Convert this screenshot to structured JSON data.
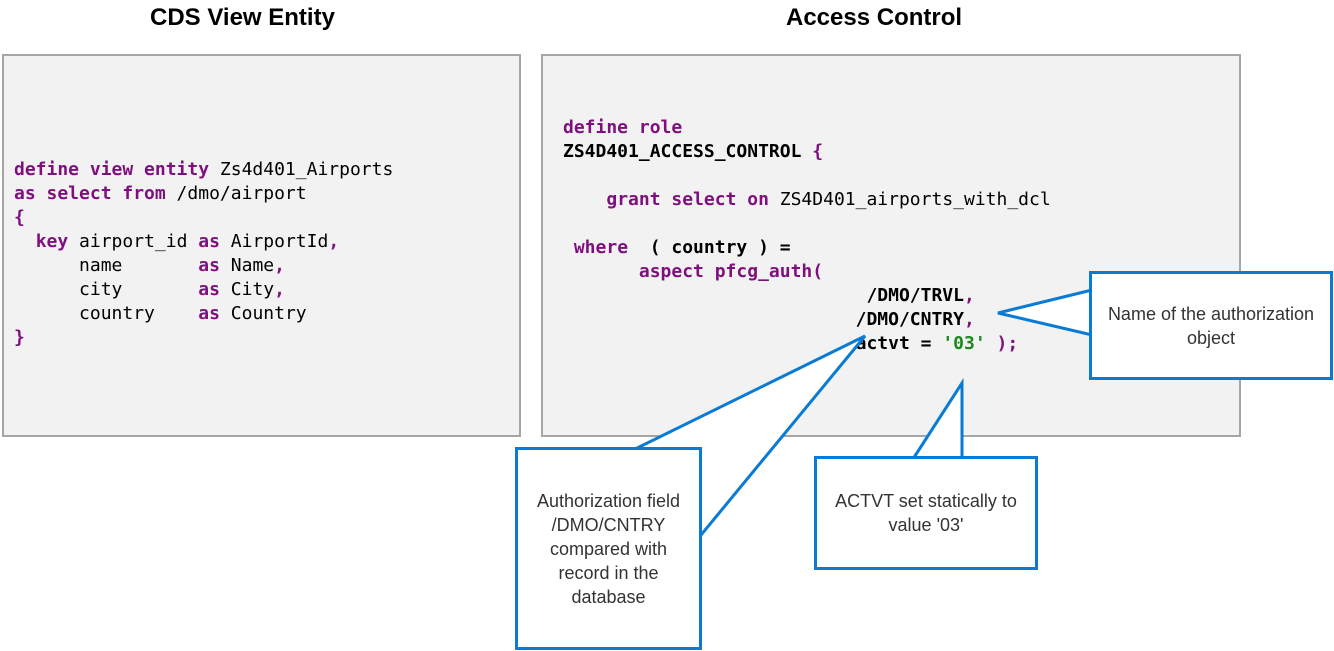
{
  "headings": {
    "left": "CDS View Entity",
    "right": "Access Control"
  },
  "callouts": {
    "name": "Name of the authorization object",
    "field": "Authorization field /DMO/CNTRY compared with record in the database",
    "actvt": "ACTVT set statically to value '03'"
  },
  "code_left": {
    "line1": {
      "kw": "define view entity",
      "rest": " Zs4d401_Airports"
    },
    "line2": {
      "kw": "as select from",
      "rest": " /dmo/airport"
    },
    "line3": "{",
    "line4": {
      "kw": "key",
      "a": " airport_id ",
      "as": "as",
      "b": " AirportId",
      "c": ","
    },
    "line5": {
      "a": "name       ",
      "as": "as",
      "b": " Name",
      "c": ","
    },
    "line6": {
      "a": "city       ",
      "as": "as",
      "b": " City",
      "c": ","
    },
    "line7": {
      "a": "country    ",
      "as": "as",
      "b": " Country"
    },
    "line8": "}"
  },
  "code_right": {
    "line1": "define role",
    "line2": {
      "name": "ZS4D401_ACCESS_CONTROL",
      "brace": " {"
    },
    "line3": {
      "kw": "grant select on",
      "rest": " ZS4D401_airports_with_dcl"
    },
    "line4": {
      "kw": "where",
      "a": "  ( country ) ="
    },
    "line5": "aspect pfcg_auth(",
    "line6": {
      "a": "/DMO/TRVL",
      "c": ","
    },
    "line7": {
      "a": "/DMO/CNTRY",
      "c": ","
    },
    "line8": {
      "a": "actvt = ",
      "s": "'03'",
      "end": " );"
    }
  },
  "colors": {
    "keyword": "#7f0f7f",
    "string": "#1a8a1a",
    "callout_border": "#0a7bd4",
    "panel_bg": "#f2f2f2",
    "panel_border": "#a6a6a6"
  }
}
